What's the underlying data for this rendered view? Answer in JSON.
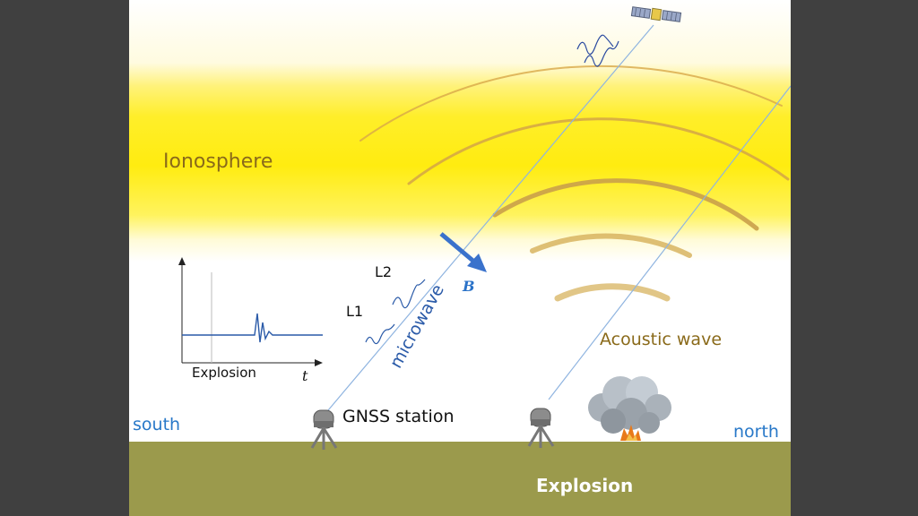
{
  "labels": {
    "ionosphere": "Ionosphere",
    "acoustic_wave": "Acoustic wave",
    "south": "south",
    "north": "north",
    "gnss_station": "GNSS station",
    "explosion_ground": "Explosion",
    "l1": "L1",
    "l2": "L2",
    "b_field": "B",
    "microwave": "microwave",
    "inset_explosion": "Explosion",
    "inset_t": "t"
  },
  "colors": {
    "background_frame": "#404040",
    "ionosphere_band": "#ffec10",
    "ground": "#9b9a4c",
    "acoustic_arcs": "#e0b860",
    "signal_line": "#8fb4e0",
    "b_arrow": "#3a72cc",
    "direction_text": "#2878c8",
    "ionosphere_text": "#8a6a1a"
  },
  "icons": {
    "satellite": "satellite-icon",
    "gnss_receiver": "gnss-receiver-icon",
    "explosion_cloud": "explosion-cloud-icon"
  }
}
